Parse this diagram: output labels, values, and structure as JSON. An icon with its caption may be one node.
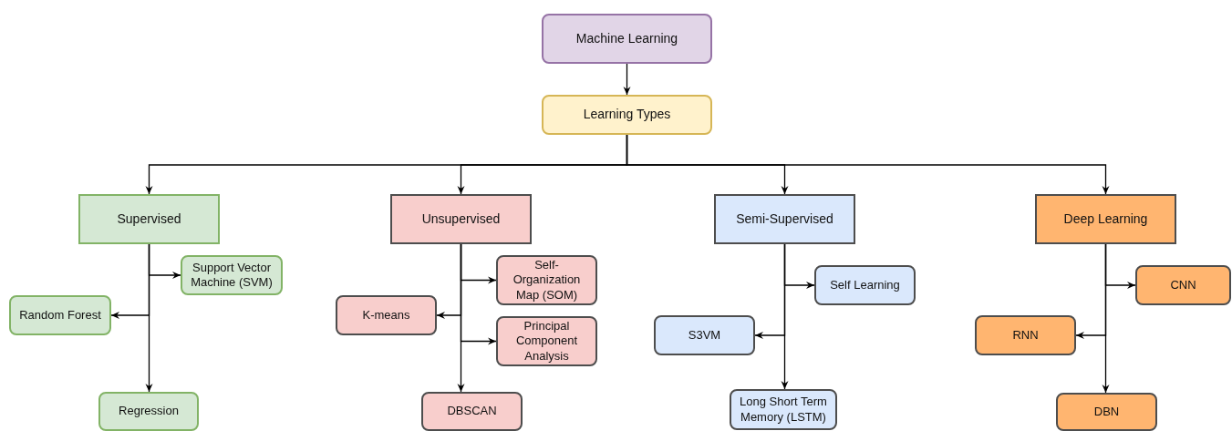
{
  "diagram": {
    "nodes": [
      {
        "text": [
          "Machine Learning"
        ]
      },
      {
        "text": [
          "Learning Types"
        ]
      },
      {
        "text": [
          "Supervised"
        ]
      },
      {
        "text": [
          "Support Vector Machine (SVM)"
        ]
      },
      {
        "text": [
          "Random Forest"
        ]
      },
      {
        "text": [
          "Regression"
        ]
      },
      {
        "text": [
          "Unsupervised"
        ]
      },
      {
        "text": [
          "Self- Organization Map (SOM)"
        ]
      },
      {
        "text": [
          "K-means"
        ]
      },
      {
        "text": [
          "Principal Component Analysis"
        ]
      },
      {
        "text": [
          "DBSCAN"
        ]
      },
      {
        "text": [
          "Semi-Supervised"
        ]
      },
      {
        "text": [
          "Self Learning"
        ]
      },
      {
        "text": [
          "S3VM"
        ]
      },
      {
        "text": [
          "Long Short Term Memory (LSTM)"
        ]
      },
      {
        "text": [
          "Deep Learning"
        ]
      },
      {
        "text": [
          "CNN"
        ]
      },
      {
        "text": [
          "RNN"
        ]
      },
      {
        "text": [
          "DBN"
        ]
      }
    ],
    "edges": [
      {
        "from": 0,
        "to": 1,
        "arrow": "to"
      },
      {
        "from": 1,
        "to": 2,
        "arrow": "to"
      },
      {
        "from": 1,
        "to": 6,
        "arrow": "to"
      },
      {
        "from": 1,
        "to": 11,
        "arrow": "to"
      },
      {
        "from": 1,
        "to": 15,
        "arrow": "to"
      },
      {
        "from": 2,
        "to": 3,
        "arrow": "to"
      },
      {
        "from": 2,
        "to": 4,
        "arrow": "to"
      },
      {
        "from": 2,
        "to": 5,
        "arrow": "to"
      },
      {
        "from": 6,
        "to": 7,
        "arrow": "to"
      },
      {
        "from": 6,
        "to": 8,
        "arrow": "to"
      },
      {
        "from": 6,
        "to": 9,
        "arrow": "to"
      },
      {
        "from": 6,
        "to": 10,
        "arrow": "to"
      },
      {
        "from": 11,
        "to": 12,
        "arrow": "to"
      },
      {
        "from": 11,
        "to": 13,
        "arrow": "to"
      },
      {
        "from": 11,
        "to": 14,
        "arrow": "to"
      },
      {
        "from": 15,
        "to": 16,
        "arrow": "to"
      },
      {
        "from": 15,
        "to": 17,
        "arrow": "to"
      },
      {
        "from": 15,
        "to": 18,
        "arrow": "to"
      }
    ]
  }
}
